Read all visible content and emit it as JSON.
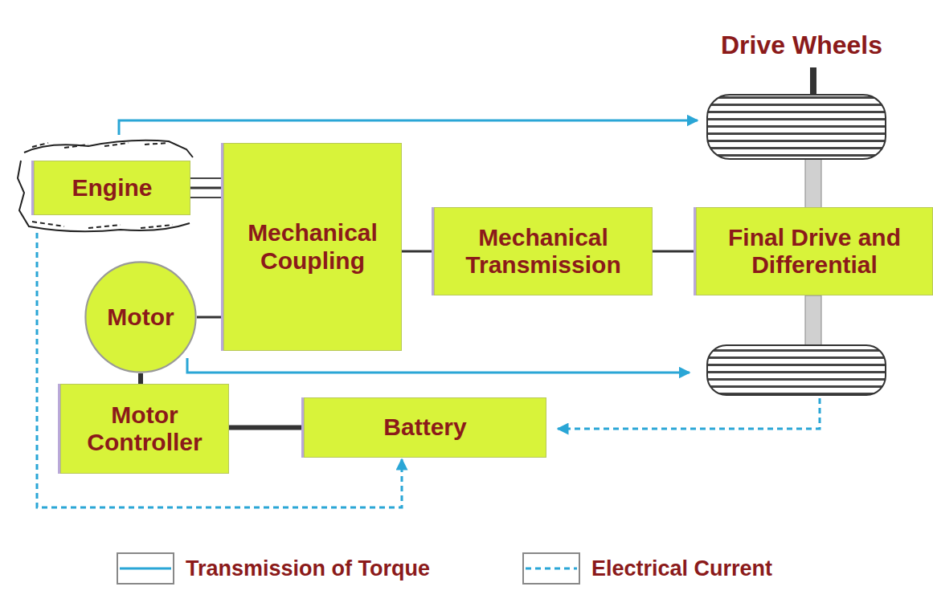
{
  "diagram": {
    "nodes": [
      {
        "text": [
          "Engine"
        ]
      },
      {
        "text": [
          "Mechanical Coupling"
        ]
      },
      {
        "text": [
          "Mechanical Transmission"
        ]
      },
      {
        "text": [
          "Final Drive and Differential"
        ]
      },
      {
        "text": [
          "Motor"
        ]
      },
      {
        "text": [
          "Motor Controller"
        ]
      },
      {
        "text": [
          "Battery"
        ]
      }
    ],
    "edges": [
      {
        "from": 0,
        "to": 1,
        "arrow": "none"
      },
      {
        "from": 4,
        "to": 1,
        "arrow": "none"
      },
      {
        "from": 1,
        "to": 2,
        "arrow": "none"
      },
      {
        "from": 2,
        "to": 3,
        "arrow": "none"
      },
      {
        "from": 5,
        "to": 4,
        "arrow": "none"
      },
      {
        "from": 5,
        "to": 6,
        "arrow": "none"
      },
      {
        "from": 0,
        "to": 6,
        "arrow": "to"
      }
    ],
    "labels": [
      "Drive Wheels"
    ],
    "legend": [
      {
        "text": "Transmission of Torque"
      },
      {
        "text": "Electrical Current"
      }
    ]
  }
}
